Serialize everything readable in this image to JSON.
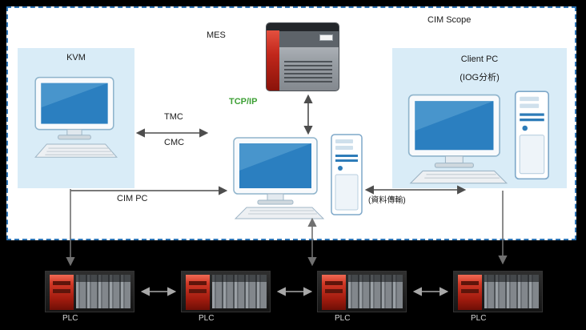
{
  "scope": {
    "label": "CIM Scope"
  },
  "kvm": {
    "title": "KVM"
  },
  "mes": {
    "label": "MES"
  },
  "network": {
    "tcpip": "TCP/IP",
    "tmc": "TMC",
    "cmc": "CMC"
  },
  "cim_pc": {
    "label": "CIM PC"
  },
  "client": {
    "title": "Client PC",
    "subtitle": "(IOG分析)"
  },
  "link": {
    "transfer": "(資料傳輸)"
  },
  "plc": {
    "items": [
      {
        "label": "PLC"
      },
      {
        "label": "PLC"
      },
      {
        "label": "PLC"
      },
      {
        "label": "PLC"
      }
    ]
  },
  "colors": {
    "scope_border": "#2E75B6",
    "panel_fill": "#D9ECF7",
    "tcpip_green": "#3DA035",
    "server_red": "#C1271B",
    "screen_blue": "#2B7FC0",
    "plc_red": "#C0392B",
    "background": "#000000"
  }
}
